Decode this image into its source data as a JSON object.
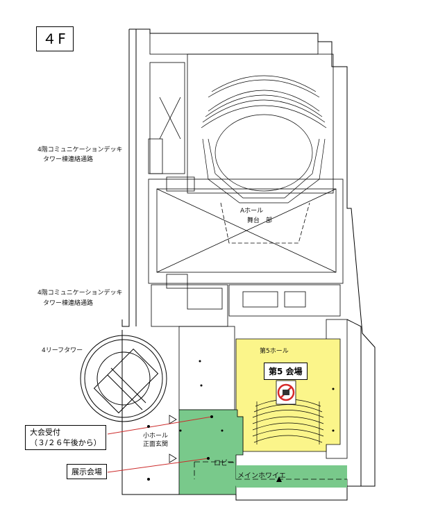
{
  "floor": "４F",
  "left_labels": {
    "deck1": "4階コミュニケーションデッキ",
    "tower1": "タワー棟連絡通路",
    "deck2": "4階コミュニケーションデッキ",
    "tower2": "タワー棟連絡通路",
    "leaf": "4リーフタワー"
  },
  "hall": {
    "a_hall": "Aホール",
    "stage": "舞台　部",
    "fifth_hall_top": "第5ホール",
    "room5": "第5 会場",
    "lobby": "ロビー",
    "main_foyer": "メインホワイエ",
    "entrance_small": "小ホール",
    "entrance_gate": "正面玄関"
  },
  "callouts": {
    "reception_line1": "大会受付",
    "reception_line2": "（３/２６午後から）",
    "exhibit": "展示会場"
  },
  "colors": {
    "green": "#79c98b",
    "yellow": "#fbf58a",
    "red_line": "#cc2a2a"
  }
}
